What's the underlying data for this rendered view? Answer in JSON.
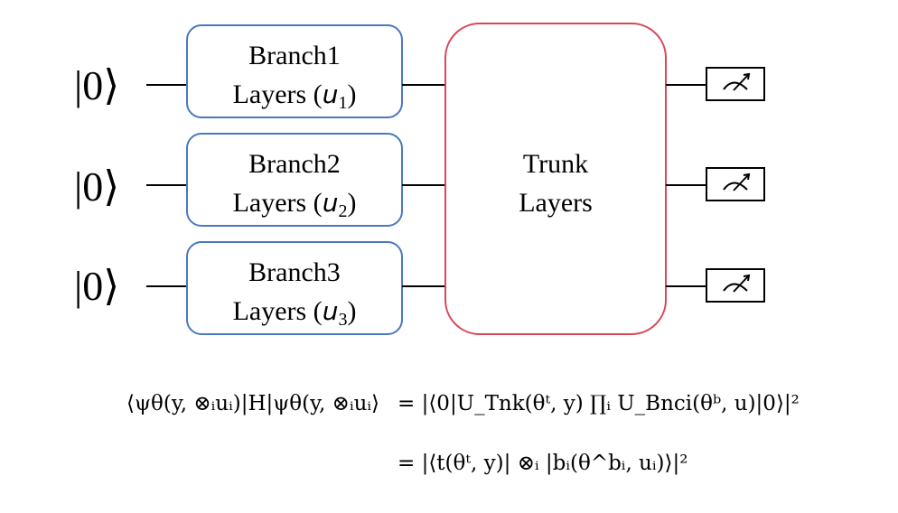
{
  "qubits": [
    {
      "ket": "|0⟩"
    },
    {
      "ket": "|0⟩"
    },
    {
      "ket": "|0⟩"
    }
  ],
  "branches": [
    {
      "title": "Branch1",
      "layers": "Layers (",
      "u": "u",
      "sub": "1",
      "close": ")"
    },
    {
      "title": "Branch2",
      "layers": "Layers (",
      "u": "u",
      "sub": "2",
      "close": ")"
    },
    {
      "title": "Branch3",
      "layers": "Layers (",
      "u": "u",
      "sub": "3",
      "close": ")"
    }
  ],
  "trunk": {
    "line1": "Trunk",
    "line2": "Layers"
  },
  "meter": {
    "glyph": "↗"
  },
  "colors": {
    "branch_border": "#4a78c2",
    "trunk_border": "#d9475a",
    "wire": "#000000"
  },
  "equation": {
    "lhs": "⟨ψθ(y, ⊗ᵢuᵢ)|H|ψθ(y, ⊗ᵢuᵢ⟩",
    "rhs1": "= |⟨0|U_Tnk(θᵗ, y) ∏ᵢ U_Bnci(θᵇ, u)|0⟩|²",
    "rhs2": "= |⟨t(θᵗ, y)| ⊗ᵢ |bᵢ(θ^bᵢ, uᵢ)⟩|²"
  }
}
